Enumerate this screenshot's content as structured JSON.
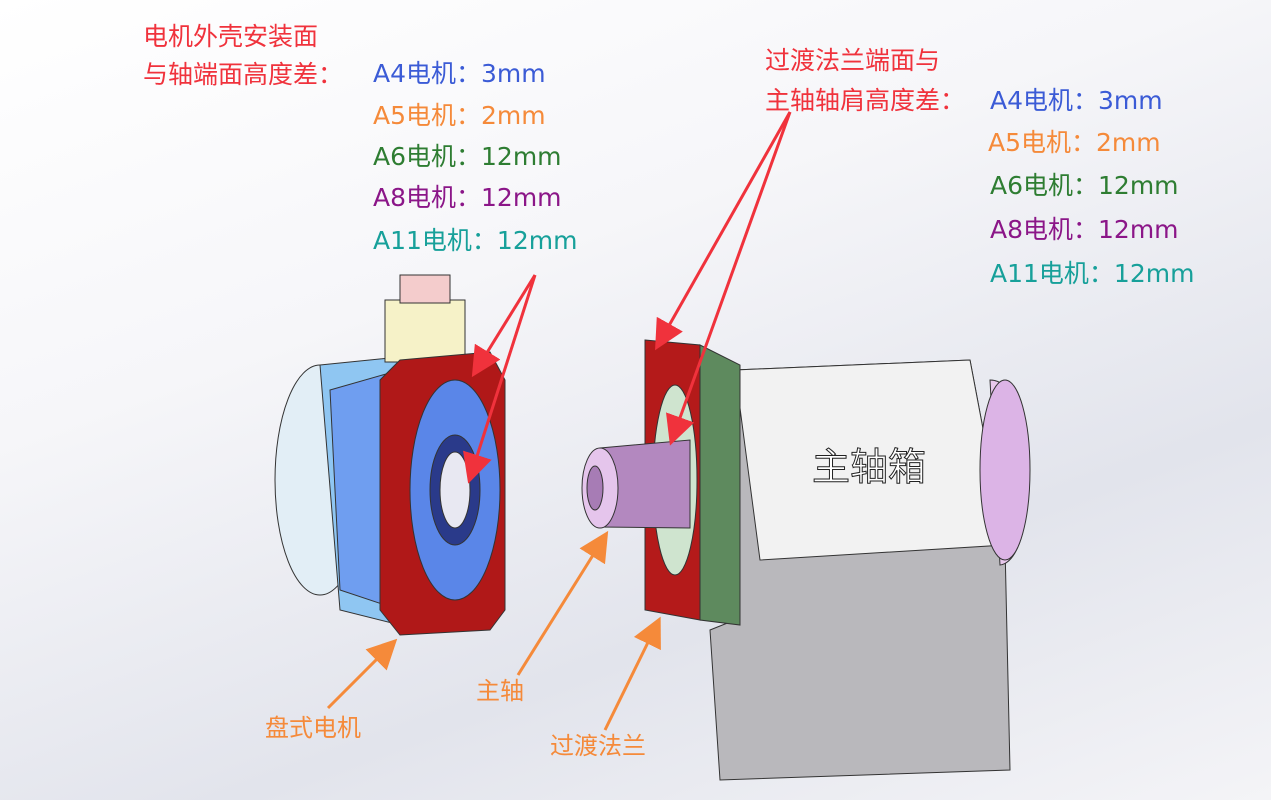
{
  "left_note": {
    "title_line1": "电机外壳安装面",
    "title_line2": "与轴端面高度差：",
    "items": [
      {
        "text": "A4电机：3mm",
        "color": "#3b5bd6"
      },
      {
        "text": "A5电机：2mm",
        "color": "#f58a3a"
      },
      {
        "text": "A6电机：12mm",
        "color": "#2e7d32"
      },
      {
        "text": "A8电机：12mm",
        "color": "#8b1688"
      },
      {
        "text": "A11电机：12mm",
        "color": "#17a09a"
      }
    ]
  },
  "right_note": {
    "title_line1": "过渡法兰端面与",
    "title_line2": "主轴轴肩高度差：",
    "items": [
      {
        "text": "A4电机：3mm",
        "color": "#3b5bd6"
      },
      {
        "text": "A5电机：2mm",
        "color": "#f58a3a"
      },
      {
        "text": "A6电机：12mm",
        "color": "#2e7d32"
      },
      {
        "text": "A8电机：12mm",
        "color": "#8b1688"
      },
      {
        "text": "A11电机：12mm",
        "color": "#17a09a"
      }
    ]
  },
  "labels": {
    "motor": "盘式电机",
    "spindle": "主轴",
    "flange": "过渡法兰",
    "spindle_box": "主轴箱"
  },
  "colors": {
    "title_red": "#f0323c",
    "label_orange": "#f58a3a"
  }
}
